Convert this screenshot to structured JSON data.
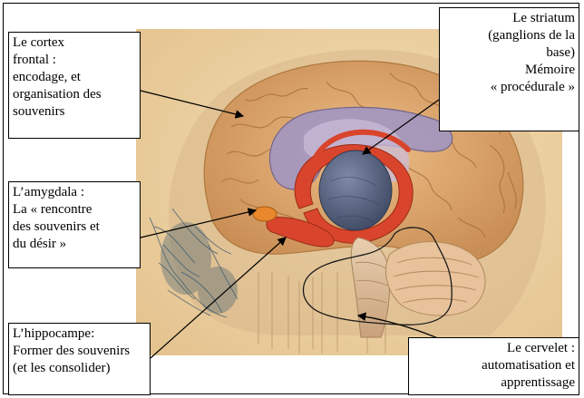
{
  "colors": {
    "background": "#f0d7a8",
    "cortex": "#e2ad72",
    "skull_mesh": "#3d5a6e",
    "striatum": "#9b8fb1",
    "limbic_ring": "#d9452c",
    "thalamus": "#4f5c78",
    "amygdala": "#e8872c",
    "cerebellum": "#e8c29a"
  },
  "labels": {
    "cortex": [
      "Le cortex",
      "frontal :",
      "encodage, et",
      "organisation des",
      "souvenirs"
    ],
    "striatum": [
      "Le striatum",
      "(ganglions de la",
      "base)",
      "Mémoire",
      "« procédurale »"
    ],
    "amygdala": [
      "L’amygdala :",
      "La « rencontre",
      "des souvenirs et",
      "du désir »"
    ],
    "hippocampus": [
      "L’hippocampe:",
      "Former des souvenirs",
      "(et les consolider)"
    ],
    "cerebellum": [
      "Le cervelet :",
      "automatisation et",
      "apprentissage"
    ]
  }
}
